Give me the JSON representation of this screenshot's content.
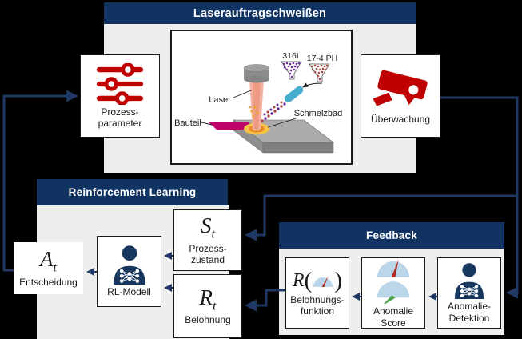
{
  "palette": {
    "header_navy": "#103361",
    "arrow_navy": "#1F3864",
    "panel_gray": "#EFEEEE",
    "icon_red": "#C00000",
    "person_navy": "#17375E",
    "gauge_blue": "#BCD6E9",
    "needle_red": "#B3261E",
    "needle_green": "#4BA44B",
    "track_magenta": "#C0026B",
    "powder_purple": "#7030A0",
    "powder_red": "#A94A42",
    "nozzle_teal": "#46AECC",
    "meltpool_gold": "#F6C444",
    "meltpool_orange": "#EE8A2A"
  },
  "process": {
    "title": "Laserauftragschweißen",
    "parameters": {
      "line1": "Prozess-",
      "line2": "parameter"
    },
    "monitoring": {
      "label": "Überwachung"
    },
    "illustration": {
      "laser": "Laser",
      "part": "Bauteil",
      "melt_pool": "Schmelzbad",
      "powder_left": "316L",
      "powder_right": "17-4 PH"
    }
  },
  "reinforcement_learning": {
    "title": "Reinforcement Learning",
    "action": {
      "symbol": "A",
      "sub": "t",
      "label": "Entscheidung"
    },
    "model": {
      "label": "RL-Modell"
    },
    "state": {
      "symbol": "S",
      "sub": "t",
      "line1": "Prozess-",
      "line2": "zustand"
    },
    "reward": {
      "symbol": "R",
      "sub": "t",
      "label": "Belohnung"
    }
  },
  "feedback": {
    "title": "Feedback",
    "reward_function": {
      "symbol": "R",
      "paren_open": "(",
      "paren_close": ")",
      "line1": "Belohnungs-",
      "line2": "funktion"
    },
    "anomaly_score": {
      "line1": "Anomalie",
      "line2": "Score"
    },
    "anomaly_detection": {
      "line1": "Anomalie-",
      "line2": "Detektion"
    }
  }
}
